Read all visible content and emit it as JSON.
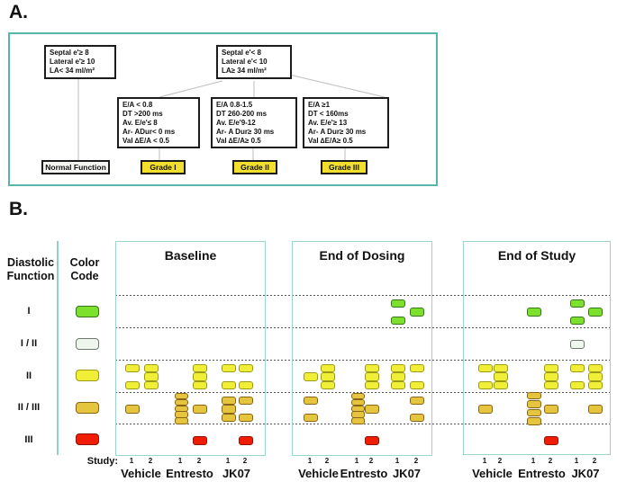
{
  "panel_a": {
    "label": "A.",
    "top_left_box": [
      "Septal e'≥ 8",
      "Lateral e'≥ 10",
      "LA< 34 ml/m²"
    ],
    "top_right_box": [
      "Septal e'< 8",
      "Lateral e'< 10",
      "LA≥ 34 ml/m²"
    ],
    "criteria_boxes": [
      [
        "E/A < 0.8",
        "DT >200 ms",
        "Av. E/e'≤ 8",
        "Ar- ADur< 0 ms",
        "Val ∆E/A < 0.5"
      ],
      [
        "E/A 0.8-1.5",
        "DT 260-200 ms",
        "Av. E/e'9-12",
        "Ar- A Dur≥ 30 ms",
        "Val ∆E/A≥ 0.5"
      ],
      [
        "E/A ≥1",
        "DT < 160ms",
        "Av. E/e'≥ 13",
        "Ar- A Dur≥ 30 ms",
        "Val ∆E/A≥ 0.5"
      ]
    ],
    "outcomes": [
      "Normal Function",
      "Grade I",
      "Grade II",
      "Grade III"
    ]
  },
  "panel_b": {
    "label": "B.",
    "row_header": [
      "Diastolic",
      "Function"
    ],
    "color_header": [
      "Color",
      "Code"
    ],
    "rows": [
      {
        "key": "I",
        "label": "I",
        "fill": "#7de02c",
        "border": "#35751b"
      },
      {
        "key": "I/II",
        "label": "I / II",
        "fill": "#eef6ee",
        "border": "#6f7a6f"
      },
      {
        "key": "II",
        "label": "II",
        "fill": "#f1ee38",
        "border": "#9b9b14"
      },
      {
        "key": "II/III",
        "label": "II / III",
        "fill": "#e6c53e",
        "border": "#8a6414"
      },
      {
        "key": "III",
        "label": "III",
        "fill": "#f11c04",
        "border": "#8e1505"
      }
    ],
    "study_prefix": "Study:",
    "study_numbers": [
      "1",
      "2"
    ],
    "groups": [
      "Vehicle",
      "Entresto",
      "JK07"
    ]
  },
  "chart_data": {
    "type": "categorical-dot",
    "rows": [
      "I",
      "I/II",
      "II",
      "II/III",
      "III"
    ],
    "row_axis_label": "Diastolic Function",
    "columns": [
      "Vehicle-1",
      "Vehicle-2",
      "Entresto-1",
      "Entresto-2",
      "JK07-1",
      "JK07-2"
    ],
    "legend_position": "left",
    "panels": [
      {
        "title": "Baseline",
        "counts": {
          "I": [
            0,
            0,
            0,
            0,
            0,
            0
          ],
          "I/II": [
            0,
            0,
            0,
            0,
            0,
            0
          ],
          "II": [
            2,
            3,
            0,
            3,
            2,
            2
          ],
          "II/III": [
            1,
            0,
            5,
            1,
            3,
            2
          ],
          "III": [
            0,
            0,
            0,
            1,
            0,
            1
          ]
        }
      },
      {
        "title": "End of Dosing",
        "counts": {
          "I": [
            0,
            0,
            0,
            0,
            2,
            1
          ],
          "I/II": [
            0,
            0,
            0,
            0,
            0,
            0
          ],
          "II": [
            1,
            3,
            0,
            3,
            3,
            2
          ],
          "II/III": [
            2,
            0,
            5,
            1,
            0,
            2
          ],
          "III": [
            0,
            0,
            0,
            1,
            0,
            0
          ]
        }
      },
      {
        "title": "End of Study",
        "counts": {
          "I": [
            0,
            0,
            1,
            0,
            2,
            1
          ],
          "I/II": [
            0,
            0,
            0,
            0,
            1,
            0
          ],
          "II": [
            2,
            3,
            0,
            3,
            2,
            3
          ],
          "II/III": [
            1,
            0,
            4,
            1,
            0,
            1
          ],
          "III": [
            0,
            0,
            0,
            1,
            0,
            0
          ]
        }
      }
    ]
  }
}
